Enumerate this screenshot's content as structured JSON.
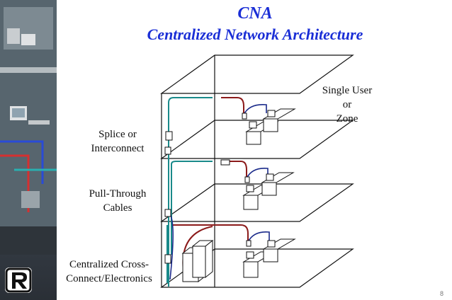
{
  "title": "CNA",
  "subtitle": "Centralized Network Architecture",
  "labels": {
    "single_user_line1": "Single User",
    "single_user_line2": "or",
    "single_user_line3": "Zone",
    "splice_line1": "Splice or",
    "splice_line2": "Interconnect",
    "pull_line1": "Pull-Through",
    "pull_line2": "Cables",
    "cross_line1": "Centralized Cross-",
    "cross_line2": "Connect/Electronics"
  },
  "page_number": "8",
  "colors": {
    "title": "#1a2ed6",
    "backbone_cable": "#1a8a8a",
    "horizontal_cable": "#8b1a1a",
    "user_cable": "#1a2a8a"
  }
}
